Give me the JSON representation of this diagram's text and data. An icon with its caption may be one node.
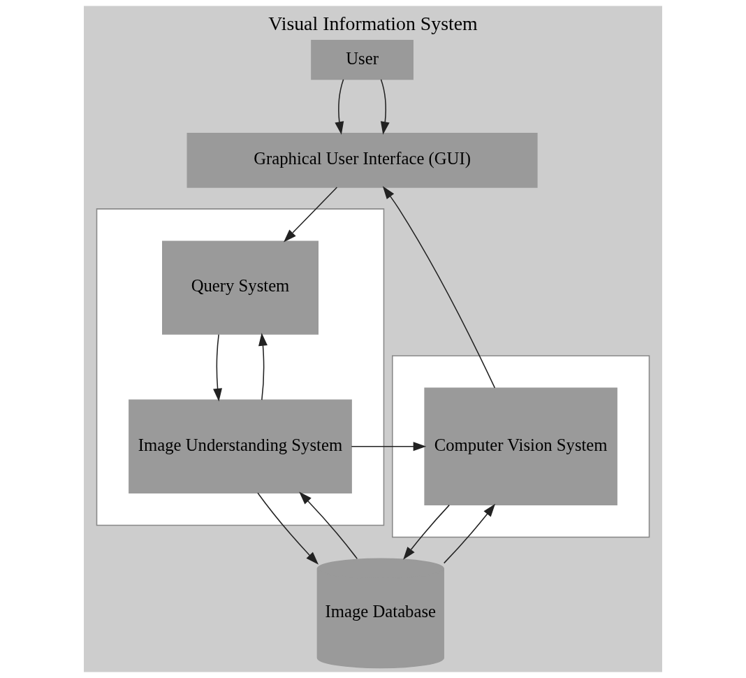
{
  "diagram": {
    "title": "Visual Information System",
    "nodes": [
      {
        "text": [
          "User"
        ]
      },
      {
        "text": [
          "Graphical User Interface (GUI)"
        ]
      },
      {
        "text": [],
        "shape": "box"
      },
      {
        "text": [
          "Query System"
        ],
        "in": 2
      },
      {
        "text": [
          "Image Understanding System"
        ],
        "in": 2
      },
      {
        "text": [],
        "shape": "box"
      },
      {
        "text": [
          "Computer Vision System"
        ],
        "in": 5
      },
      {
        "text": [
          "Image Database"
        ]
      }
    ],
    "edges": [
      {
        "from": 0,
        "to": 1,
        "arrow": "to"
      },
      {
        "from": 0,
        "to": 1,
        "arrow": "to"
      },
      {
        "from": 1,
        "to": 3,
        "arrow": "to"
      },
      {
        "from": 3,
        "to": 4,
        "arrow": "to"
      },
      {
        "from": 4,
        "to": 3,
        "arrow": "to"
      },
      {
        "from": 4,
        "to": 6,
        "arrow": "to"
      },
      {
        "from": 6,
        "to": 1,
        "arrow": "to"
      },
      {
        "from": 7,
        "to": 4,
        "arrow": "to"
      },
      {
        "from": 7,
        "to": 6,
        "arrow": "to"
      },
      {
        "from": 4,
        "to": 7,
        "arrow": "to"
      },
      {
        "from": 6,
        "to": 7,
        "arrow": "to"
      }
    ]
  }
}
